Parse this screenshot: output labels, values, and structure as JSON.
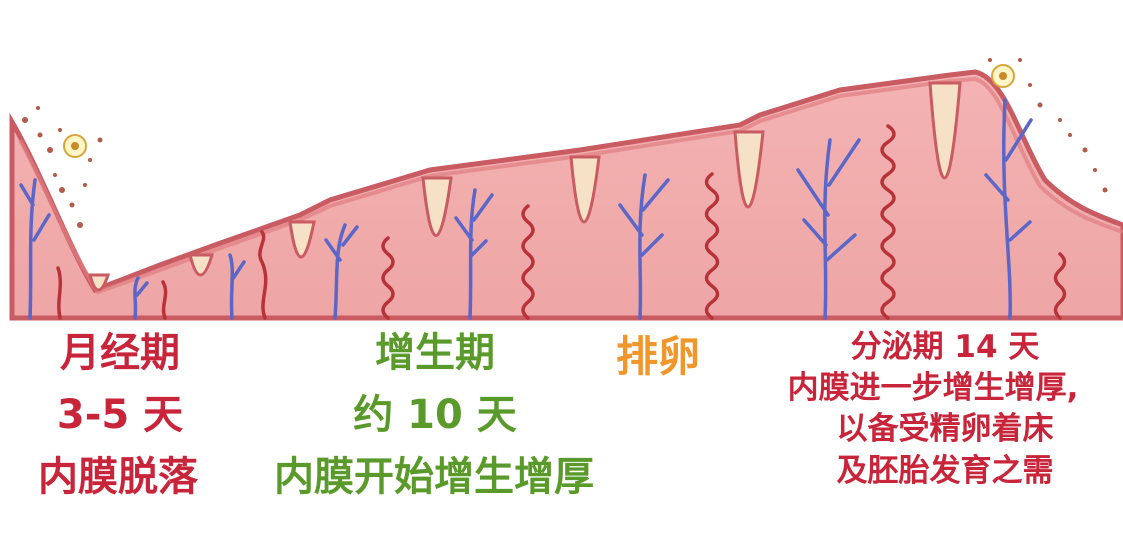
{
  "menstrual": {
    "title": "月经期",
    "duration": "3-5 天",
    "description": "内膜脱落"
  },
  "proliferative": {
    "title": "增生期",
    "duration": "约 10 天",
    "description": "内膜开始增生增厚"
  },
  "ovulation": {
    "title": "排卵"
  },
  "secretory": {
    "title": "分泌期 14 天",
    "line1": "内膜进一步增生增厚,",
    "line2": "以备受精卵着床",
    "line3": "及胚胎发育之需"
  },
  "colors": {
    "red_label": "#c8243a",
    "green_label": "#5a9a2a",
    "orange_label": "#f0962a",
    "tissue": "#f2aeae",
    "tissue_dark": "#d9676c",
    "gland": "#f6e1c6",
    "vein": "#5a66c8",
    "artery": "#b8323a"
  }
}
